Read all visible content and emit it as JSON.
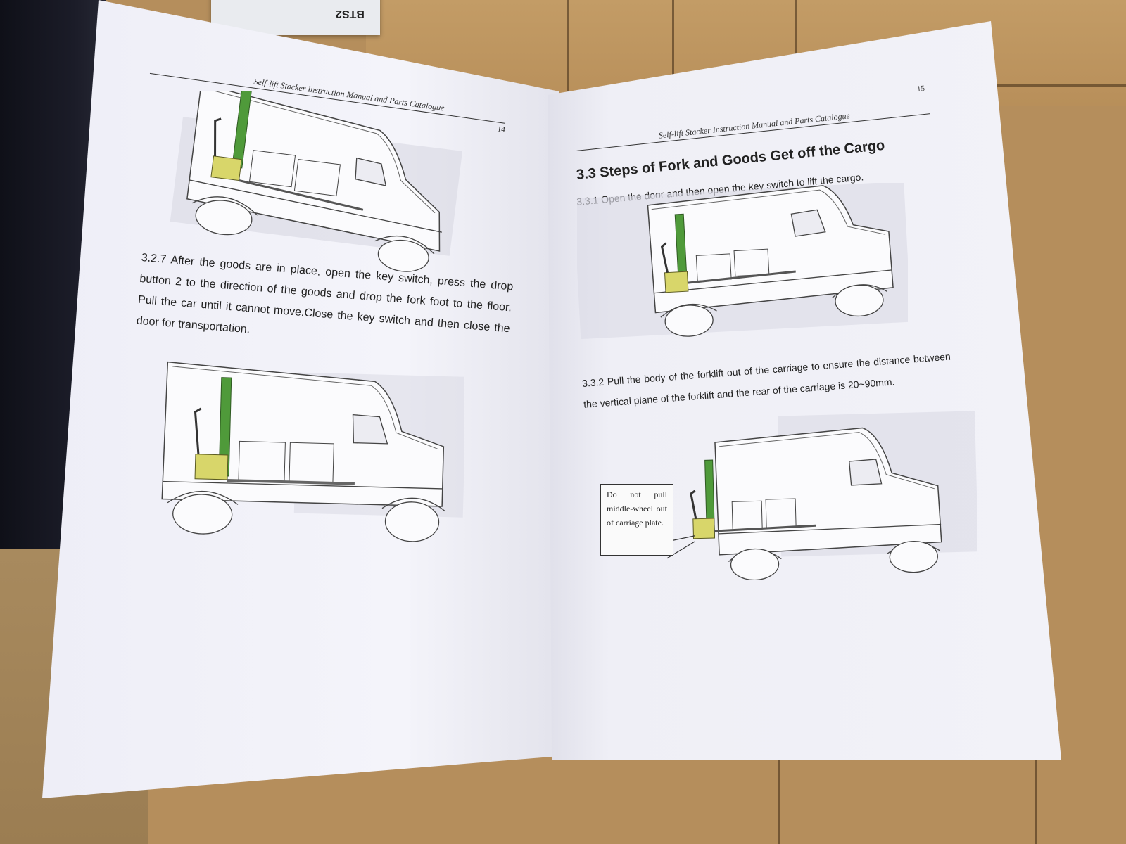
{
  "background": {
    "label_card_text": "BTS2"
  },
  "left_page": {
    "header": "Self-lift Stacker Instruction Manual and Parts Catalogue",
    "page_number": "14",
    "paragraph": "3.2.7 After the goods are in place, open the key switch, press the drop button 2 to the direction of the goods and drop the fork foot to the floor. Pull the car until it cannot move.Close the key switch and then close the door for transportation."
  },
  "right_page": {
    "header": "Self-lift Stacker Instruction Manual and Parts Catalogue",
    "page_number": "15",
    "section_heading": "3.3 Steps of Fork and Goods Get off the Cargo",
    "step_1": "3.3.1 Open the door and then open the key switch to lift the cargo.",
    "step_2": "3.3.2 Pull the body of the forklift out of the carriage to ensure the distance between the vertical plane of the forklift and the rear of the carriage is 20~90mm.",
    "callout": "Do not pull middle-wheel out of carriage plate."
  },
  "colors": {
    "mast_green": "#4f9a3a",
    "stacker_yellow": "#d8d66a",
    "line": "#444444",
    "shadow": "#dcdce6"
  }
}
